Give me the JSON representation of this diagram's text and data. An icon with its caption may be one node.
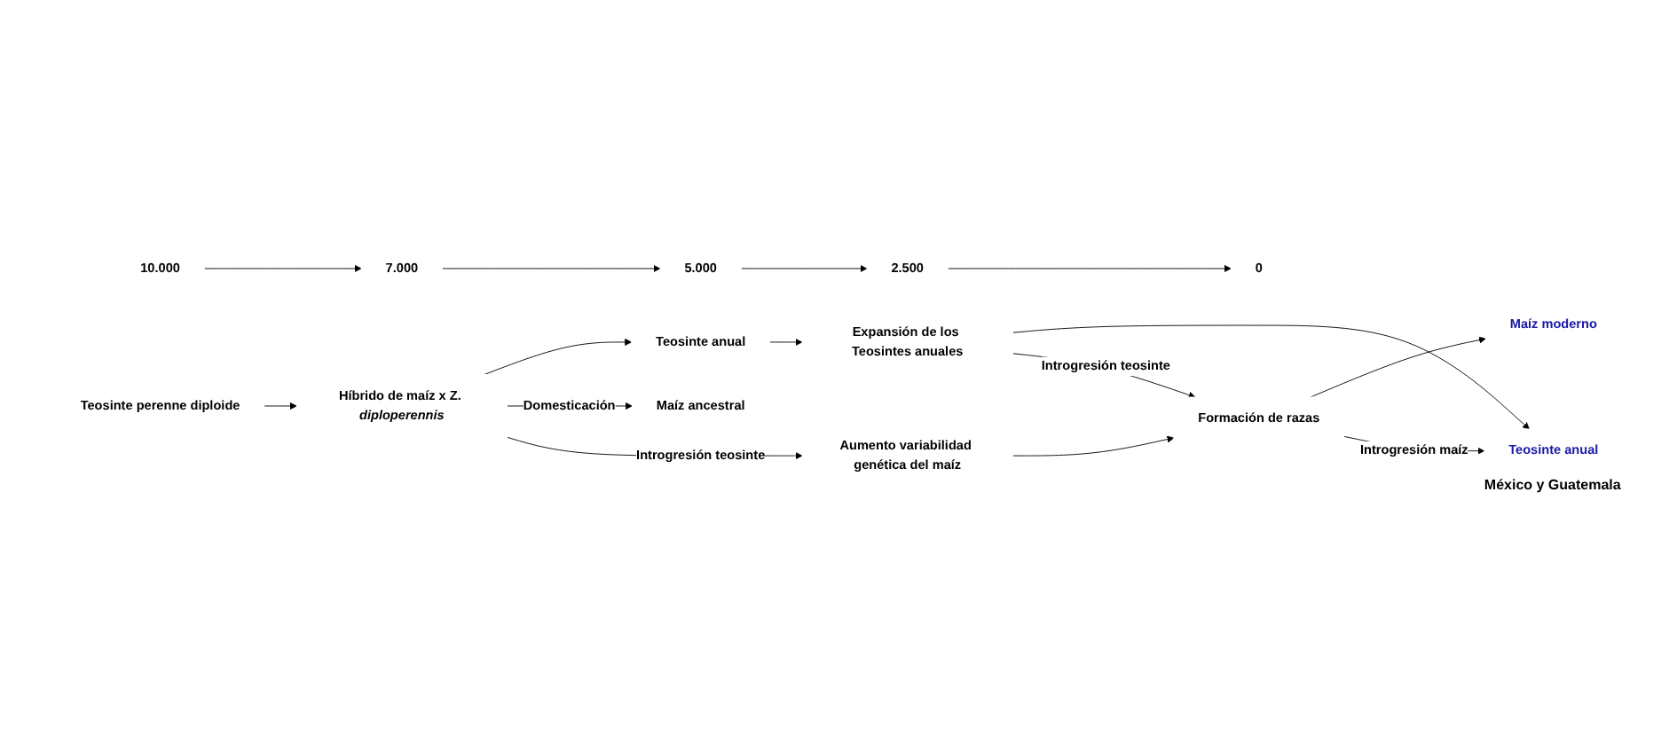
{
  "diagram": {
    "nodes": [
      {
        "text": [
          "Maíz ancestral"
        ]
      },
      {
        "text": [
          "Aumento variabilidad genética del maíz"
        ]
      },
      {
        "text": [
          "Formación de razas"
        ]
      },
      {
        "text": [
          "Maíz moderno"
        ]
      },
      {
        "text": [
          "Teosinte perenne diploide"
        ]
      },
      {
        "text": [
          "Híbrido de maíz x Z. *diploperennis*"
        ]
      },
      {
        "text": [
          "Teosinte anual"
        ]
      },
      {
        "text": [
          "Expansión de los Teosintes anuales"
        ]
      },
      {
        "text": [
          "Teosinte anual"
        ],
        "beside": [
          "México y Guatemala"
        ]
      },
      {
        "text": [
          "10.000"
        ]
      },
      {
        "text": [
          "7.000"
        ]
      },
      {
        "text": [
          "5.000"
        ]
      },
      {
        "text": [
          "2.500"
        ]
      },
      {
        "text": [
          "0"
        ]
      }
    ],
    "edges": [
      {
        "from": 4,
        "to": 5,
        "arrow": "to"
      },
      {
        "from": 5,
        "to": 6,
        "arrow": "to"
      },
      {
        "from": 6,
        "to": 7,
        "arrow": "to"
      },
      {
        "from": 7,
        "to": 8,
        "arrow": "to"
      },
      {
        "from": 5,
        "to": 0,
        "arrow": "to",
        "label": "Domesticación"
      },
      {
        "from": 5,
        "to": 1,
        "arrow": "to",
        "label": "Introgresión teosinte"
      },
      {
        "from": 1,
        "to": 2,
        "arrow": "to"
      },
      {
        "from": 2,
        "to": 3,
        "arrow": "to"
      },
      {
        "from": 7,
        "to": 2,
        "arrow": "to",
        "label": "Introgresión teosinte"
      },
      {
        "from": 2,
        "to": 8,
        "arrow": "to",
        "label": "Introgresión maíz"
      },
      {
        "from": 9,
        "to": 10,
        "arrow": "to"
      },
      {
        "from": 10,
        "to": 11,
        "arrow": "to"
      },
      {
        "from": 11,
        "to": 12,
        "arrow": "to"
      },
      {
        "from": 12,
        "to": 13,
        "arrow": "to"
      }
    ]
  }
}
